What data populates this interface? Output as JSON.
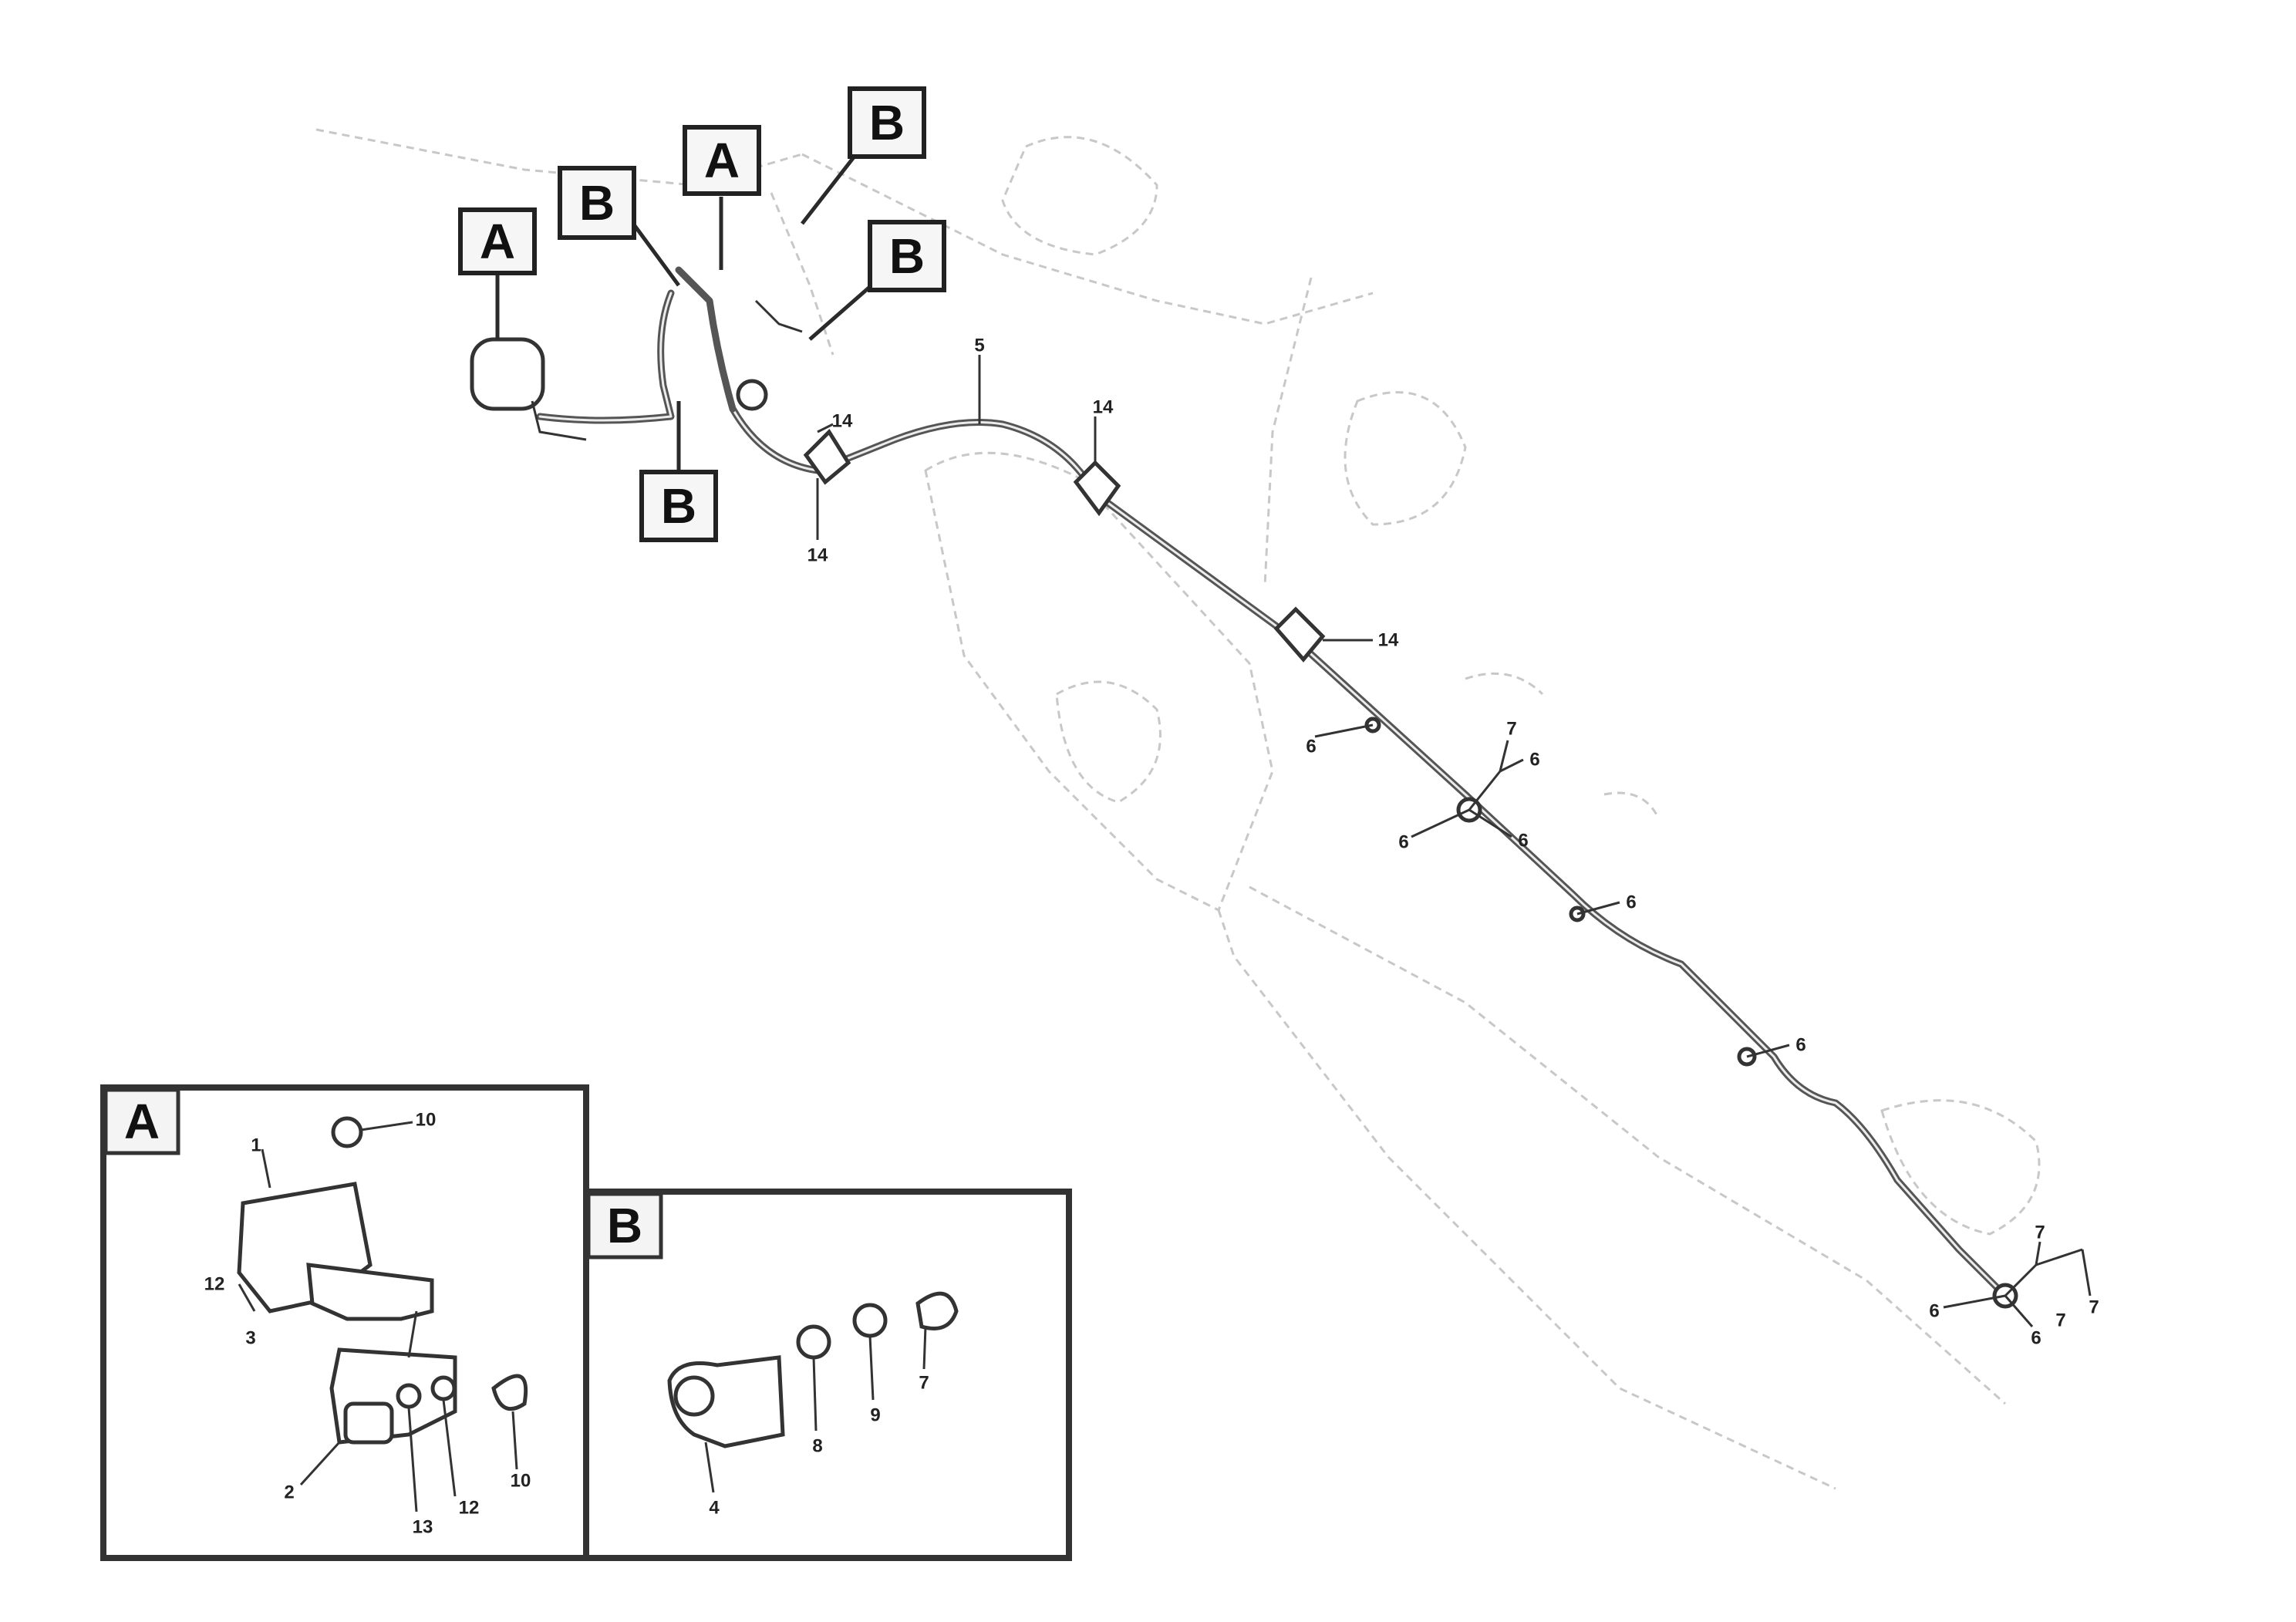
{
  "callouts": {
    "a1": "A",
    "a2": "A",
    "b1": "B",
    "b2": "B",
    "b3": "B",
    "b4": "B"
  },
  "detail_a": {
    "label": "A"
  },
  "detail_b": {
    "label": "B"
  },
  "item_numbers": {
    "n1": "5",
    "n2": "14",
    "n3": "14",
    "n4": "14",
    "n5": "14",
    "n6": "6",
    "n7": "7",
    "n8": "6",
    "n9": "6",
    "n10": "6",
    "n11": "6",
    "n12": "6",
    "n13": "7",
    "n14": "7",
    "n15": "6",
    "n16": "6",
    "n17": "7",
    "a_10": "10",
    "a_1": "1",
    "a_12": "12",
    "a_3": "3",
    "a_2": "2",
    "a_13": "13",
    "a_12b": "12",
    "a_10b": "10",
    "b_8": "8",
    "b_9": "9",
    "b_7": "7",
    "b_4": "4"
  },
  "drawing_ref": {
    "caption": "",
    "id": ""
  }
}
